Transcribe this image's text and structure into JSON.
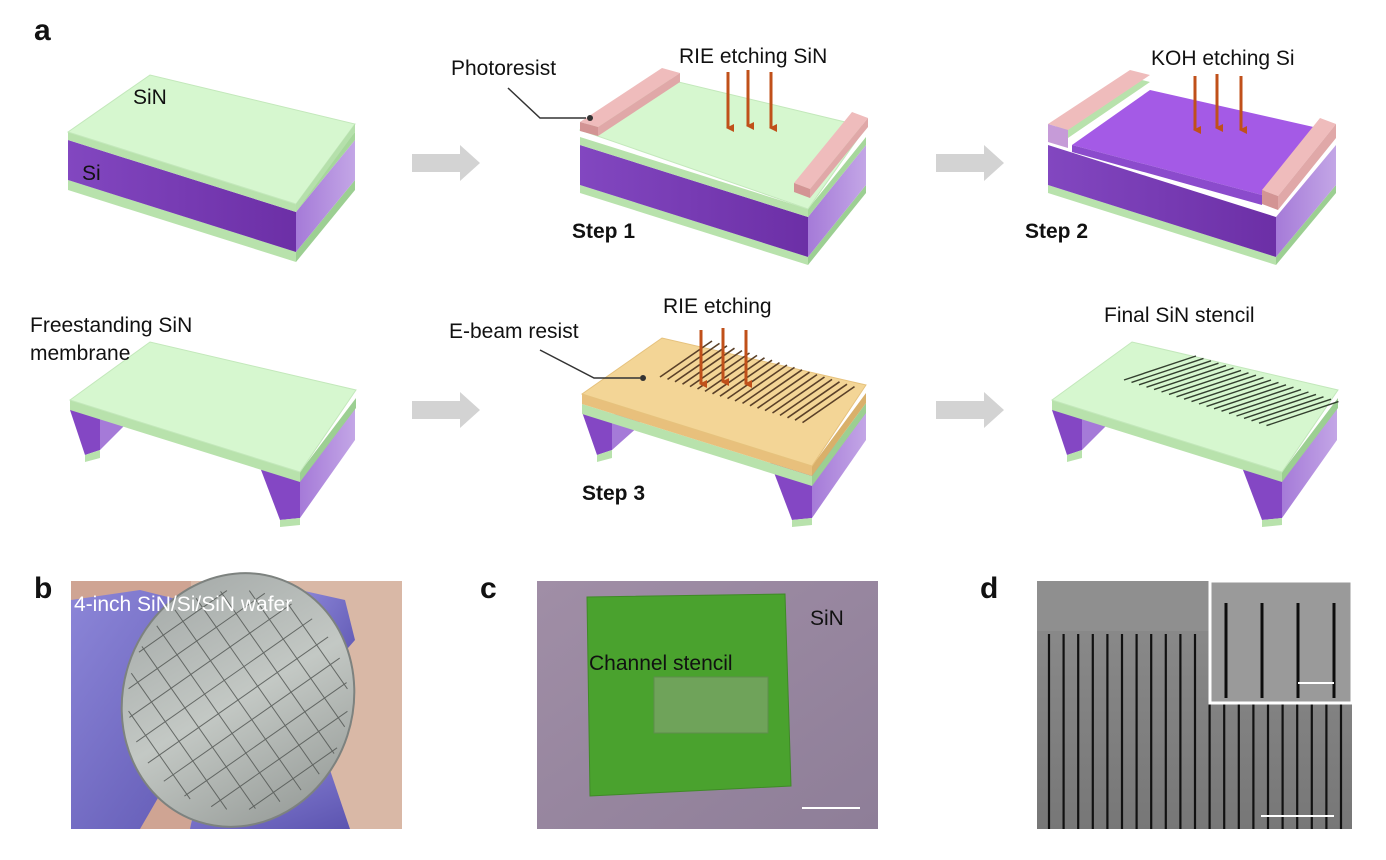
{
  "panels": {
    "a": "a",
    "b": "b",
    "c": "c",
    "d": "d"
  },
  "panel_a": {
    "label_sin_top": "SiN",
    "label_si": "Si",
    "label_photoresist": "Photoresist",
    "label_rie_sin": "RIE etching SiN",
    "label_koh": "KOH etching Si",
    "step1": "Step 1",
    "step2": "Step 2",
    "label_freestanding_line1": "Freestanding SiN",
    "label_freestanding_line2": "membrane",
    "label_ebeam_resist": "E-beam resist",
    "label_rie": "RIE etching",
    "step3": "Step 3",
    "label_final": "Final SiN stencil"
  },
  "panel_b": {
    "caption": "4-inch SiN/Si/SiN wafer"
  },
  "panel_c": {
    "label_sin": "SiN",
    "label_channel": "Channel stencil"
  },
  "colors": {
    "sin_green": "#d6f7cf",
    "si_purple": "#7a3fb4",
    "photoresist_pink": "#e6a8a8",
    "ebeam_resist": "#f2d28e",
    "etch_arrow": "#c0501a",
    "process_arrow": "#d3d3d3",
    "stencil_green": "#4aa22e"
  }
}
